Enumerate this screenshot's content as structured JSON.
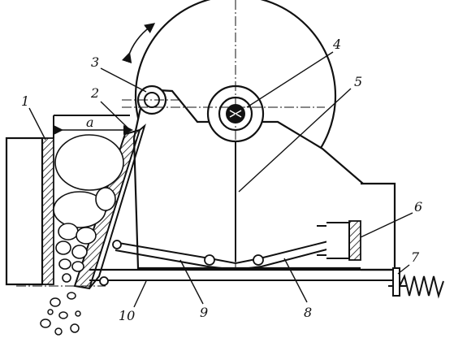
{
  "labels": {
    "l1": "1",
    "l2": "2",
    "l3": "3",
    "l4": "4",
    "l5": "5",
    "l6": "6",
    "l7": "7",
    "l8": "8",
    "l9": "9",
    "l10": "10",
    "dim": "a"
  },
  "colors": {
    "ink": "#111111",
    "paper": "#ffffff"
  }
}
